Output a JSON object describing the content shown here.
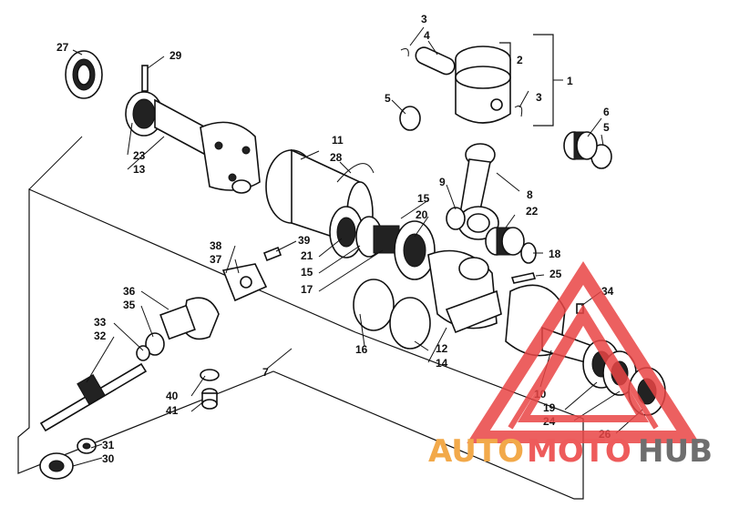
{
  "diagram": {
    "callouts": [
      "1",
      "2",
      "3",
      "4",
      "3",
      "5",
      "6",
      "5",
      "7",
      "8",
      "9",
      "10",
      "11",
      "12",
      "13",
      "14",
      "15",
      "15",
      "16",
      "17",
      "18",
      "19",
      "20",
      "21",
      "22",
      "23",
      "24",
      "25",
      "26",
      "27",
      "28",
      "29",
      "30",
      "31",
      "32",
      "33",
      "34",
      "35",
      "36",
      "37",
      "38",
      "39",
      "40",
      "41"
    ]
  },
  "watermark": {
    "auto": "AUTO",
    "moto": "MOTO",
    "hub": "HUB",
    "colors": {
      "auto": "#f2a94a",
      "moto": "#ee5b5b",
      "hub": "#6e6e6e",
      "logo": "#e94545"
    }
  }
}
